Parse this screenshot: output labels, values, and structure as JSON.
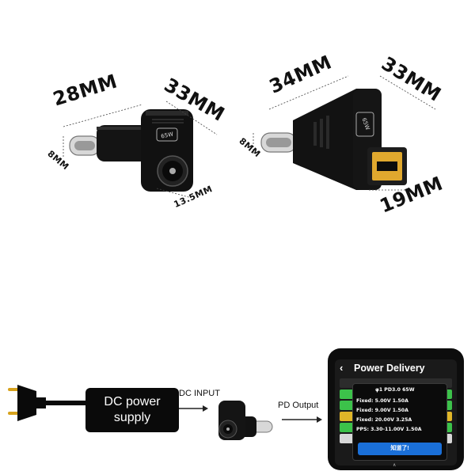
{
  "dimensions": {
    "left_length": "28MM",
    "left_height": "33MM",
    "left_tip": "8MM",
    "left_face": "13.5MM",
    "right_length": "34MM",
    "right_height": "33MM",
    "right_tip": "8MM",
    "right_face": "19MM"
  },
  "badges": {
    "left": "65W",
    "right": "65W"
  },
  "flow": {
    "source_line1": "DC power",
    "source_line2": "supply",
    "input_label": "DC INPUT",
    "output_label": "PD Output"
  },
  "screen": {
    "back_icon": "‹",
    "title": "Power Delivery",
    "popup_lines": [
      "φ1 PD3.0 65W",
      "Fixed:    5.00V  1.50A",
      "Fixed:    9.00V  1.50A",
      "Fixed:  20.00V  3.25A",
      "PPS: 3.30-11.00V 1.50A"
    ],
    "confirm_button": "知道了!",
    "bottom_glyph": "∧"
  },
  "colors": {
    "adapter_body": "#121212",
    "lenovo_tip": "#e0a82e",
    "dc_box": "#0a0a0a",
    "screen_button": "#1a6fd8",
    "screen_green": "#3cc24a"
  }
}
